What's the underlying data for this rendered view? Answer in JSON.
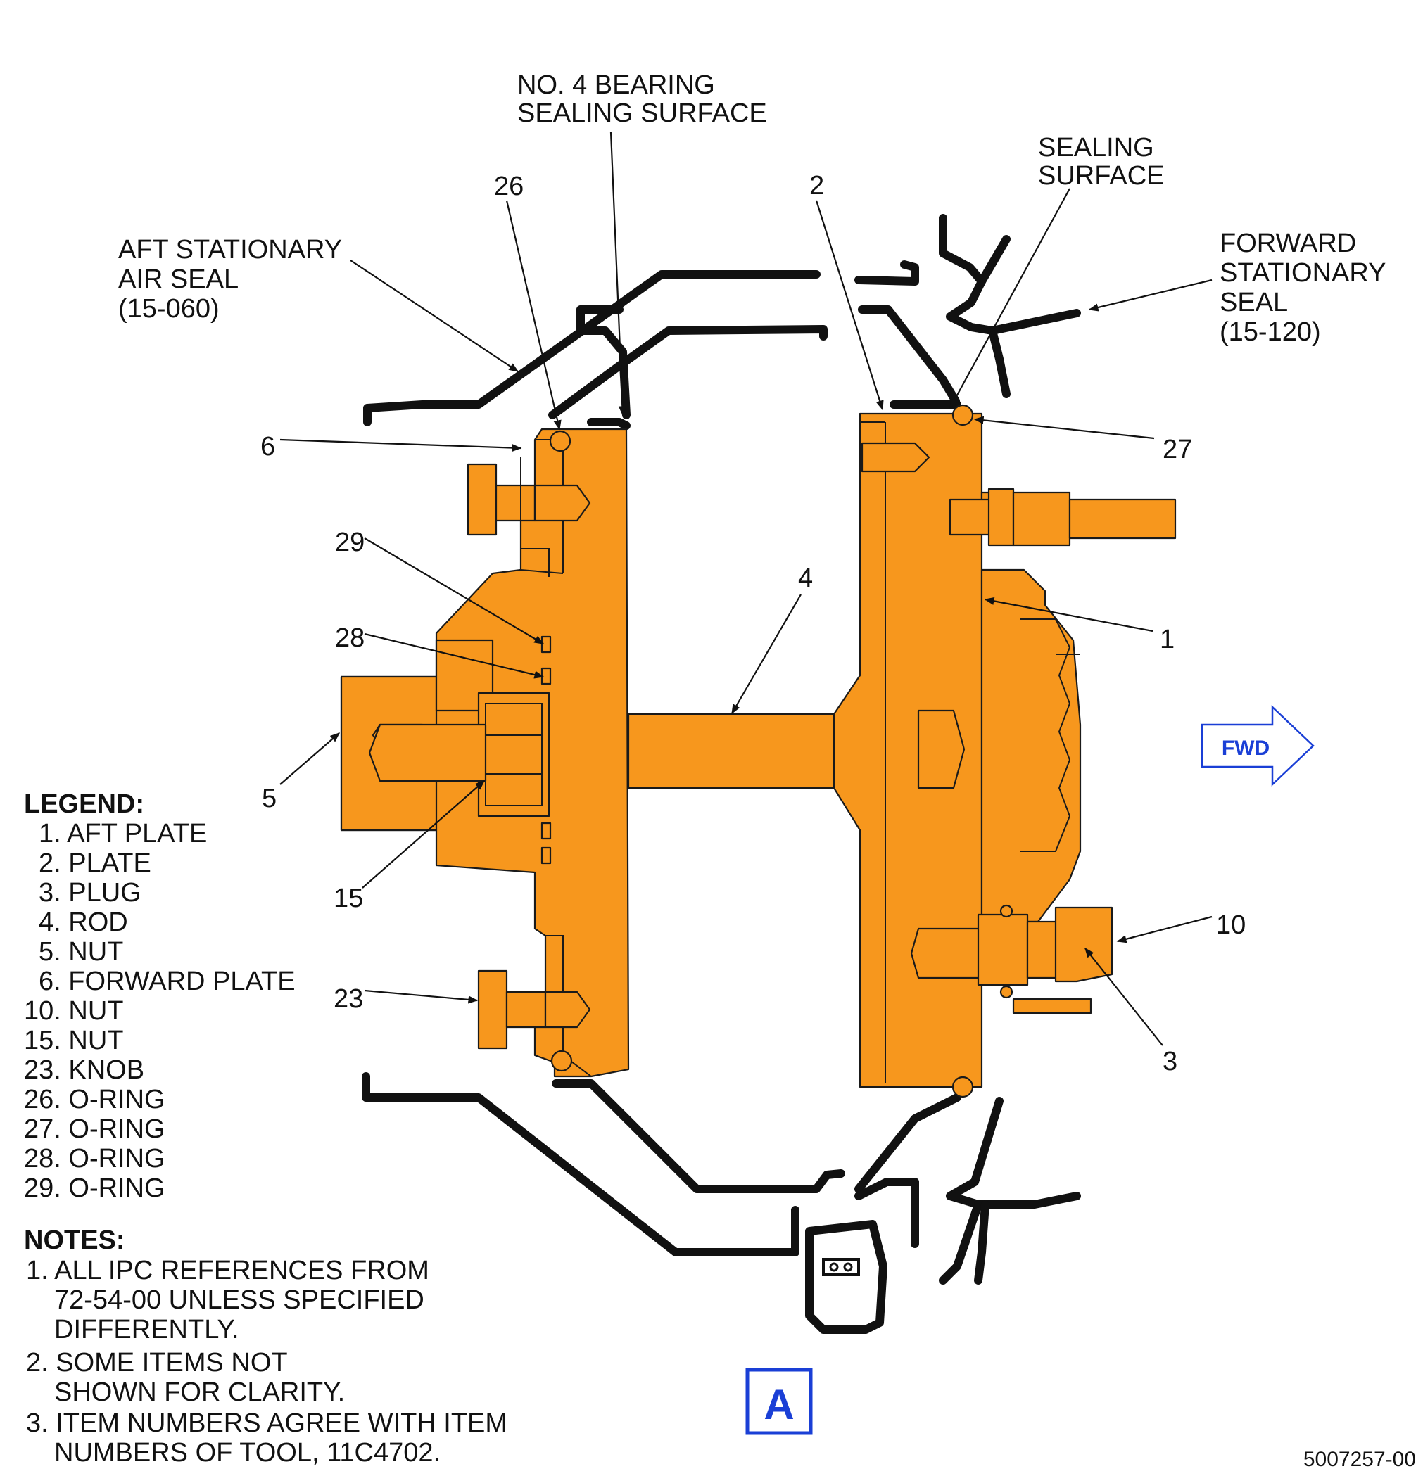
{
  "callouts": {
    "bearing_l1": "NO. 4 BEARING",
    "bearing_l2": "SEALING SURFACE",
    "sealing_l1": "SEALING",
    "sealing_l2": "SURFACE",
    "aft_l1": "AFT STATIONARY",
    "aft_l2": "AIR SEAL",
    "aft_l3": "(15-060)",
    "fwd_l1": "FORWARD",
    "fwd_l2": "STATIONARY",
    "fwd_l3": "SEAL",
    "fwd_l4": "(15-120)",
    "n26": "26",
    "n2": "2",
    "n6": "6",
    "n27": "27",
    "n29": "29",
    "n4": "4",
    "n1": "1",
    "n28": "28",
    "n5": "5",
    "n15": "15",
    "n10": "10",
    "n23": "23",
    "n3": "3"
  },
  "fwd_arrow_label": "FWD",
  "view_label": "A",
  "figure_number": "5007257-00",
  "legend": {
    "title": "LEGEND:",
    "items": [
      "1. AFT PLATE",
      "2. PLATE",
      "3. PLUG",
      "4. ROD",
      "5. NUT",
      "6. FORWARD PLATE",
      "10. NUT",
      "15. NUT",
      "23. KNOB",
      "26. O-RING",
      "27. O-RING",
      "28. O-RING",
      "29. O-RING"
    ]
  },
  "notes": {
    "title": "NOTES:",
    "lines": [
      "1. ALL IPC REFERENCES FROM",
      "72-54-00 UNLESS SPECIFIED",
      "DIFFERENTLY.",
      "2. SOME ITEMS NOT",
      "SHOWN FOR CLARITY.",
      "3. ITEM NUMBERS AGREE WITH ITEM",
      "NUMBERS OF TOOL, 11C4702."
    ]
  },
  "colors": {
    "part_fill": "#F7971D",
    "outline": "#1a1a1a",
    "accent_blue": "#1a3fd6"
  }
}
